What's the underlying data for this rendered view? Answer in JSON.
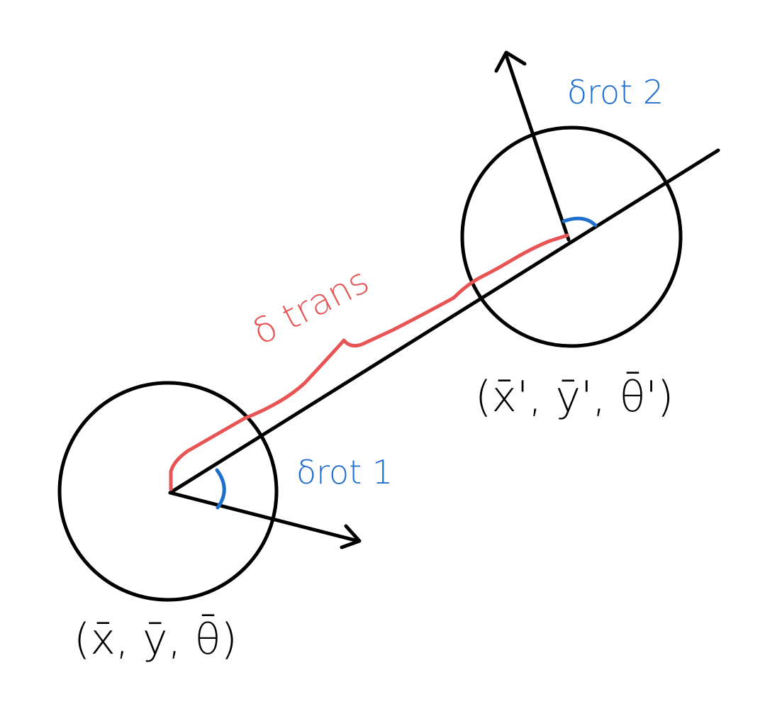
{
  "diagram": {
    "labels": {
      "start_pose": "(x̄, ȳ, θ̄)",
      "end_pose": "(x̄', ȳ', θ̄')",
      "rot1": "δrot 1",
      "rot2": "δrot 2",
      "trans": "δ trans"
    },
    "colors": {
      "ink": "#000000",
      "rotation": "#1f6fcf",
      "translation": "#e85454",
      "background": "#ffffff"
    }
  }
}
